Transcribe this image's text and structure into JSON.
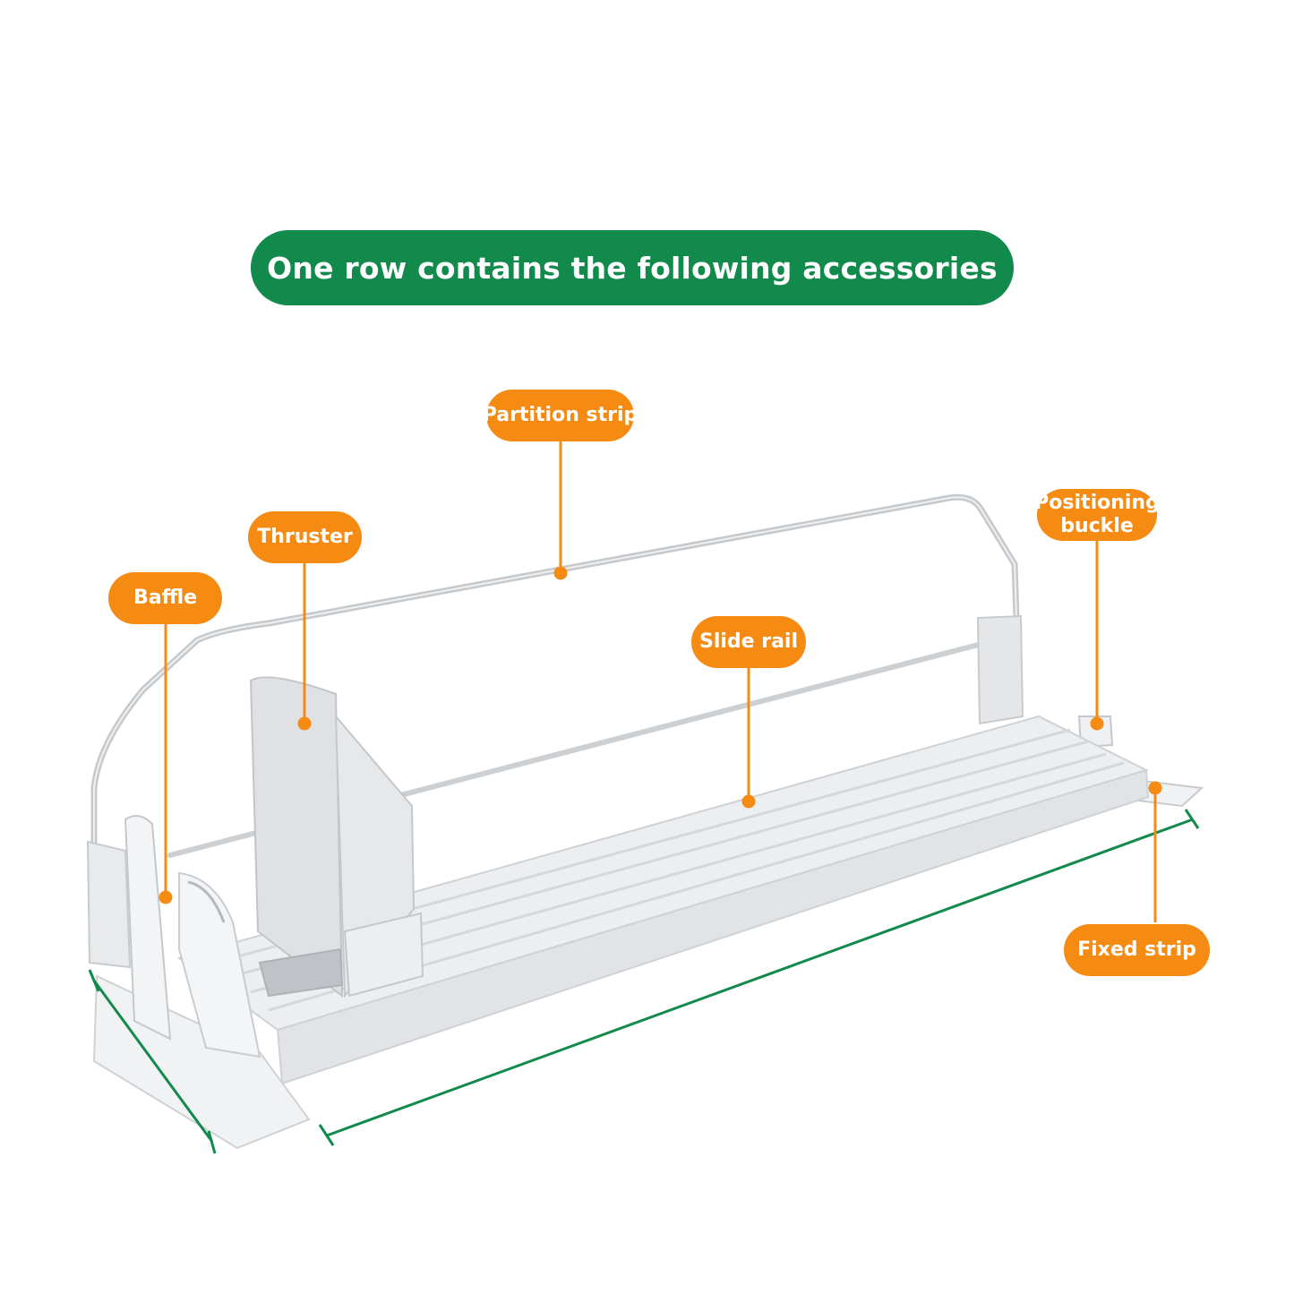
{
  "banner": {
    "text": "One row contains the following accessories"
  },
  "labels": {
    "partition_strip": "Partition strip",
    "thruster": "Thruster",
    "baffle": "Baffle",
    "slide_rail": "Slide rail",
    "positioning_buckle_line1": "Positioning",
    "positioning_buckle_line2": "buckle",
    "fixed_strip": "Fixed strip"
  },
  "colors": {
    "banner": "#128a4b",
    "label_pill": "#f58b13",
    "leader_line": "#f58b13",
    "dimension_line": "#128a4b",
    "product_body": "#e9ebed"
  }
}
